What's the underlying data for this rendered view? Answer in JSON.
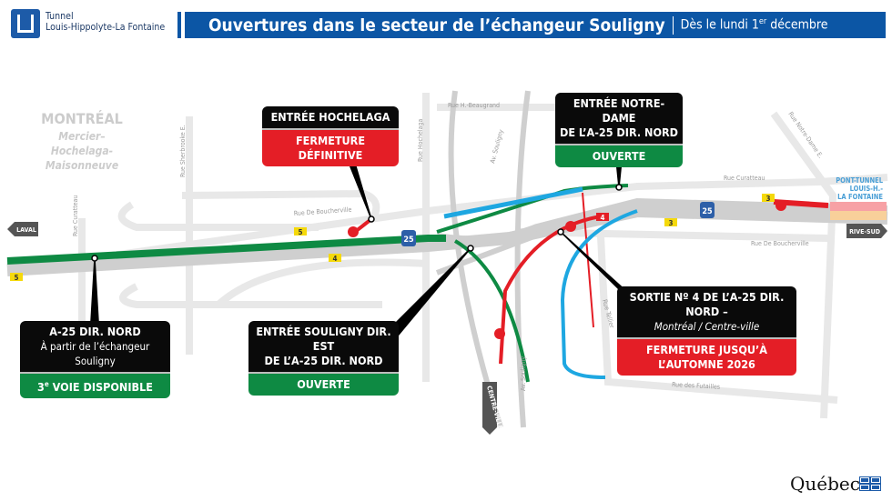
{
  "header": {
    "brand_line1": "Tunnel",
    "brand_line2": "Louis-Hippolyte-La Fontaine",
    "title": "Ouvertures dans le secteur de l’échangeur Souligny",
    "date_prefix": "Dès le lundi 1",
    "date_sup": "er",
    "date_suffix": " décembre"
  },
  "map": {
    "district": "MONTRÉAL",
    "borough": [
      "Mercier–",
      "Hochelaga-",
      "Maisonneuve"
    ],
    "streets": {
      "sherbrooke": "Rue Sherbrooke E.",
      "hochelaga": "Rue Hochelaga",
      "beaugrand": "Rue H.-Beaugrand",
      "souligny_top": "Av. Souligny",
      "souligny_bottom": "Av. Souligny",
      "notre_dame": "Rue Notre-Dame E.",
      "curatteau_left": "Rue Curatteau",
      "curatteau_right": "Rue Curatteau",
      "boucherville_left": "Rue De Boucherville",
      "boucherville_right": "Rue De Boucherville",
      "tellier": "Rue Tellier",
      "futailles": "Rue des Futailles"
    },
    "directions": {
      "laval": "LAVAL",
      "rive_sud": "RIVE-SUD",
      "centre_ville": "CENTRE-VILLE"
    },
    "tunnel_label": [
      "PONT-TUNNEL",
      "LOUIS-H.-",
      "LA FONTAINE"
    ],
    "exit_numbers": [
      "5",
      "5",
      "4",
      "4",
      "3",
      "3"
    ],
    "shield": "25",
    "colors": {
      "open": "#0e8a43",
      "closed": "#e41e26",
      "detour": "#1ea7e1",
      "road": "#d0d0d0",
      "header": "#0c56a5"
    }
  },
  "callouts": {
    "hochelaga": {
      "title": "ENTRÉE HOCHELAGA",
      "status": "FERMETURE DÉFINITIVE"
    },
    "notre_dame": {
      "title1": "ENTRÉE NOTRE-DAME",
      "title2": "DE L’A-25 DIR. NORD",
      "status": "OUVERTE"
    },
    "a25": {
      "title": "A-25 DIR. NORD",
      "subtitle": "À partir de l’échangeur Souligny",
      "status_num": "3",
      "status_sup": "e",
      "status": " VOIE DISPONIBLE"
    },
    "souligny": {
      "title1": "ENTRÉE SOULIGNY DIR. EST",
      "title2": "DE L’A-25 DIR. NORD",
      "status": "OUVERTE"
    },
    "sortie4": {
      "title": "SORTIE Nº 4 DE L’A-25 DIR. NORD –",
      "subtitle": "Montréal / Centre-ville",
      "status1": "FERMETURE JUSQU’À",
      "status2": "L’AUTOMNE 2026"
    }
  },
  "footer": {
    "logo": "Québec"
  }
}
